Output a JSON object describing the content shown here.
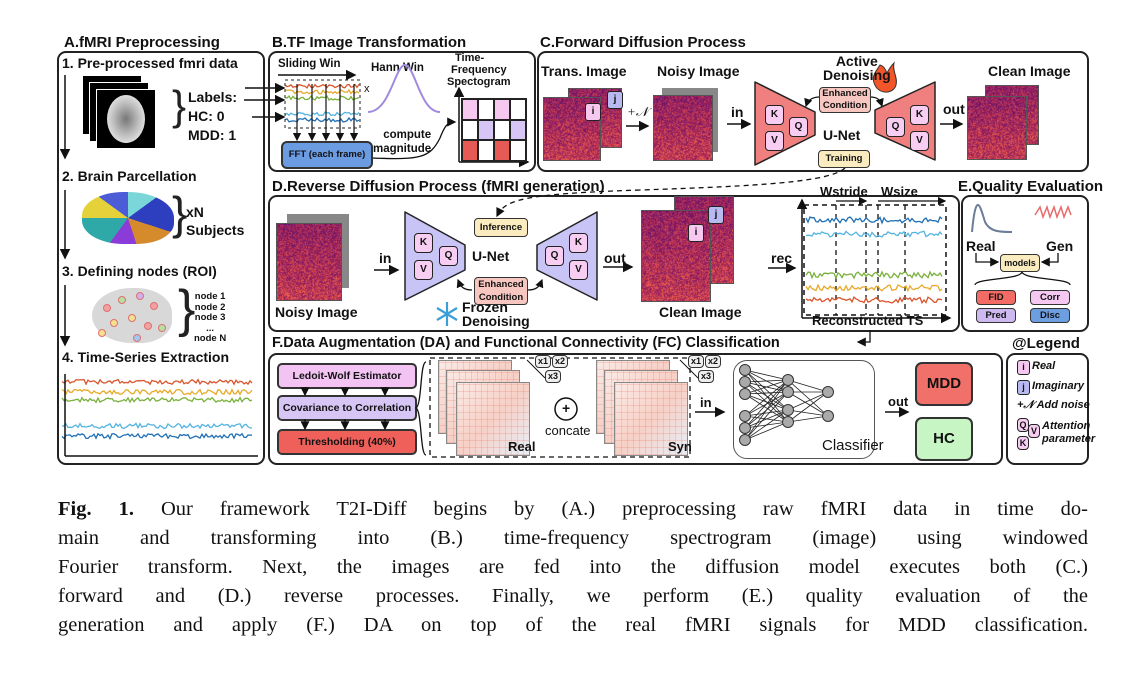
{
  "panels": {
    "A": {
      "title": "A.fMRI Preprocessing",
      "step1": "1. Pre-processed fmri data",
      "labels": [
        "Labels:",
        "HC: 0",
        "MDD: 1"
      ],
      "step2": "2. Brain Parcellation",
      "subjects": [
        "xN",
        "Subjects"
      ],
      "step3": "3. Defining nodes (ROI)",
      "nodes": [
        "node 1",
        "node 2",
        "node 3",
        "...",
        "node N"
      ],
      "step4": "4. Time-Series Extraction"
    },
    "B": {
      "title": "B.TF Image Transformation",
      "sliding": "Sliding Win",
      "hann": "Hann Win",
      "times": "x",
      "tf": [
        "Time-",
        "Frequency",
        "Spectogram"
      ],
      "fft": "FFT (each frame)",
      "compute": [
        "compute",
        "magnitude"
      ]
    },
    "C": {
      "title": "C.Forward Diffusion Process",
      "trans": "Trans. Image",
      "noisy": "Noisy Image",
      "noise": "+𝒩",
      "in": "in",
      "active": [
        "Active",
        "Denoising"
      ],
      "enhanced": [
        "Enhanced",
        "Condition"
      ],
      "unet": "U-Net",
      "clean": "Clean Image",
      "out": "out",
      "training": "Training"
    },
    "D": {
      "title": "D.Reverse Diffusion Process (fMRI generation)",
      "noisy": "Noisy Image",
      "in": "in",
      "inference": "Inference",
      "unet": "U-Net",
      "enhanced": [
        "Enhanced",
        "Condition"
      ],
      "frozen": [
        "Frozen",
        "Denoising"
      ],
      "out": "out",
      "clean": "Clean Image",
      "rec": "rec",
      "wstride": "Wstride",
      "wsize": "Wsize",
      "recon": "Reconstructed TS"
    },
    "E": {
      "title": "E.Quality Evaluation",
      "real": "Real",
      "gen": "Gen",
      "models": "models",
      "metrics": [
        "FID",
        "Corr",
        "Pred",
        "Disc"
      ]
    },
    "F": {
      "title": "F.Data Augmentation (DA) and Functional Connectivity (FC) Classification",
      "steps": [
        "Ledoit-Wolf Estimator",
        "Covariance to Correlation",
        "Thresholding (40%)"
      ],
      "real": "Real",
      "syn": "Syn",
      "concate": "concate",
      "plus": "+",
      "multipliers": [
        "x1",
        "x2",
        "x3"
      ],
      "in": "in",
      "classifier": "Classifier",
      "out": "out",
      "classes": [
        "MDD",
        "HC"
      ]
    },
    "legend": {
      "title": "@Legend",
      "real": "Real",
      "imaginary": "Imaginary",
      "noise": "+𝒩 Add noise",
      "attention": [
        "Attention",
        "parameter"
      ]
    }
  },
  "tokens": {
    "i": "i",
    "j": "j",
    "K": "K",
    "Q": "Q",
    "V": "V"
  },
  "colors": {
    "unet_forward": "#f08080",
    "unet_reverse": "#c8c4f5",
    "fft": "#6b9be0",
    "training": "#fbecc0",
    "enhanced": "#f7c6c0",
    "fid": "#f26b64",
    "corr": "#f5c8f2",
    "pred": "#cdb8f0",
    "disc": "#6d9ee0",
    "ledoit": "#f3c3f3",
    "covariance": "#d7c6f5",
    "thresholding": "#f0605a",
    "mdd": "#f2706a",
    "hc": "#c8f5c4"
  },
  "caption": {
    "label": "Fig. 1.",
    "lines": [
      " Our framework T2I-Diff begins by (A.) preprocessing raw fMRI data in time do-",
      "main and transforming into (B.) time-frequency spectrogram (image) using windowed",
      "Fourier transform. Next, the images are fed into the diffusion model executes both (C.)",
      "forward and (D.) reverse processes. Finally, we perform (E.) quality evaluation of the",
      "generation and apply (F.) DA on top of the real fMRI signals for MDD classification."
    ]
  }
}
